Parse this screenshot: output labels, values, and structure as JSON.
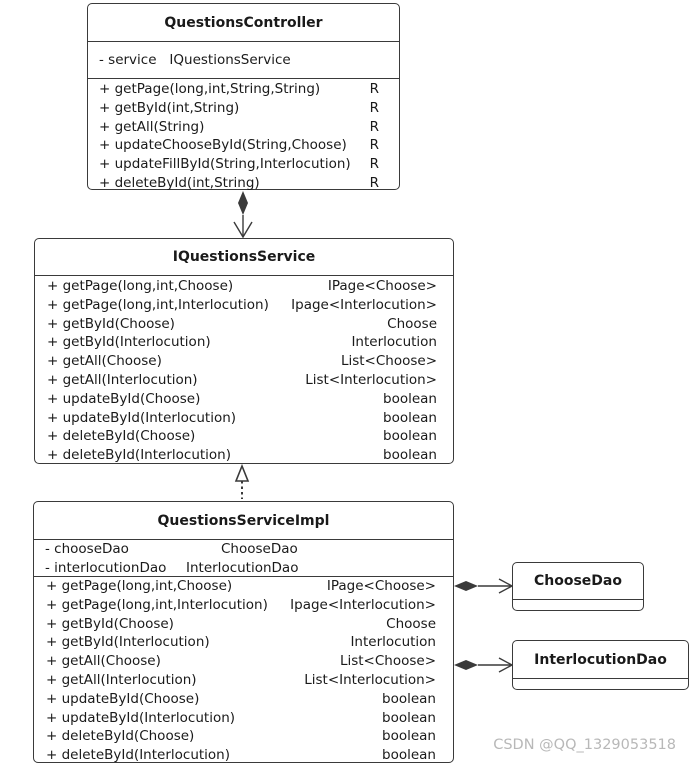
{
  "classes": {
    "controller": {
      "name": "QuestionsController",
      "attributes": [
        {
          "name": "- service",
          "type": "IQuestionsService"
        }
      ],
      "methods": [
        {
          "name": "+ getPage(long,int,String,String)",
          "ret": "R"
        },
        {
          "name": "+ getById(int,String)",
          "ret": "R"
        },
        {
          "name": "+ getAll(String)",
          "ret": "R"
        },
        {
          "name": "+ updateChooseById(String,Choose)",
          "ret": "R"
        },
        {
          "name": "+ updateFillById(String,Interlocution)",
          "ret": "R"
        },
        {
          "name": "+ deleteById(int,String)",
          "ret": "R"
        }
      ]
    },
    "service": {
      "name": "IQuestionsService",
      "methods": [
        {
          "name": "+ getPage(long,int,Choose)",
          "ret": "IPage<Choose>"
        },
        {
          "name": "+ getPage(long,int,Interlocution)",
          "ret": "Ipage<Interlocution>"
        },
        {
          "name": "+ getById(Choose)",
          "ret": "Choose"
        },
        {
          "name": "+ getById(Interlocution)",
          "ret": "Interlocution"
        },
        {
          "name": "+ getAll(Choose)",
          "ret": "List<Choose>"
        },
        {
          "name": "+ getAll(Interlocution)",
          "ret": "List<Interlocution>"
        },
        {
          "name": "+ updateById(Choose)",
          "ret": "boolean"
        },
        {
          "name": "+ updateById(Interlocution)",
          "ret": "boolean"
        },
        {
          "name": "+ deleteById(Choose)",
          "ret": "boolean"
        },
        {
          "name": "+ deleteById(Interlocution)",
          "ret": "boolean"
        }
      ]
    },
    "impl": {
      "name": "QuestionsServiceImpl",
      "attributes": [
        {
          "name": "- chooseDao",
          "type": "ChooseDao"
        },
        {
          "name": "- interlocutionDao",
          "type": "InterlocutionDao"
        }
      ],
      "methods": [
        {
          "name": "+ getPage(long,int,Choose)",
          "ret": "IPage<Choose>"
        },
        {
          "name": "+ getPage(long,int,Interlocution)",
          "ret": "Ipage<Interlocution>"
        },
        {
          "name": "+ getById(Choose)",
          "ret": "Choose"
        },
        {
          "name": "+ getById(Interlocution)",
          "ret": "Interlocution"
        },
        {
          "name": "+ getAll(Choose)",
          "ret": "List<Choose>"
        },
        {
          "name": "+ getAll(Interlocution)",
          "ret": "List<Interlocution>"
        },
        {
          "name": "+ updateById(Choose)",
          "ret": "boolean"
        },
        {
          "name": "+ updateById(Interlocution)",
          "ret": "boolean"
        },
        {
          "name": "+ deleteById(Choose)",
          "ret": "boolean"
        },
        {
          "name": "+ deleteById(Interlocution)",
          "ret": "boolean"
        }
      ]
    },
    "chooseDao": {
      "name": "ChooseDao"
    },
    "interlocutionDao": {
      "name": "InterlocutionDao"
    }
  },
  "relations": [
    {
      "from": "controller",
      "to": "service",
      "kind": "composition"
    },
    {
      "from": "impl",
      "to": "service",
      "kind": "realization"
    },
    {
      "from": "impl",
      "to": "chooseDao",
      "kind": "composition"
    },
    {
      "from": "impl",
      "to": "interlocutionDao",
      "kind": "composition"
    }
  ],
  "colors": {
    "line": "#3a3a3a",
    "text": "#1a1a1a",
    "watermark": "#b8b8b8"
  },
  "watermark": "CSDN @QQ_1329053518"
}
